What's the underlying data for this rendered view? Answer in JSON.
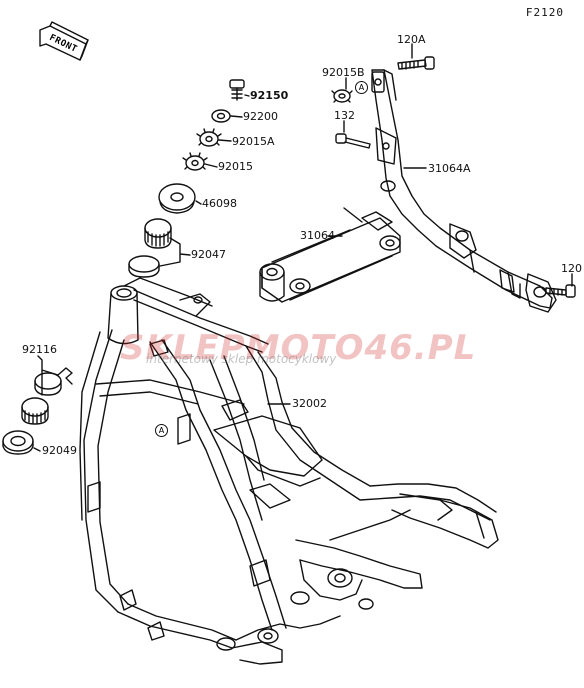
{
  "diagram_code": "F2120",
  "front_label": "FRONT",
  "watermark": {
    "main": "SKLEPMOTO46.PL",
    "sub": "internetowy sklep motocyklowy"
  },
  "reference_marker": "A",
  "part_labels": {
    "p92150": "92150",
    "p92200": "92200",
    "p92015A": "92015A",
    "p92015": "92015",
    "p46098": "46098",
    "p92047": "92047",
    "p92116": "92116",
    "p92049": "92049",
    "p120A": "120A",
    "p92015B": "92015B",
    "p132": "132",
    "p31064A": "31064A",
    "p31064": "31064",
    "p120": "120",
    "p32002": "32002"
  },
  "colors": {
    "line": "#111111",
    "watermark_red": "#d22828"
  }
}
